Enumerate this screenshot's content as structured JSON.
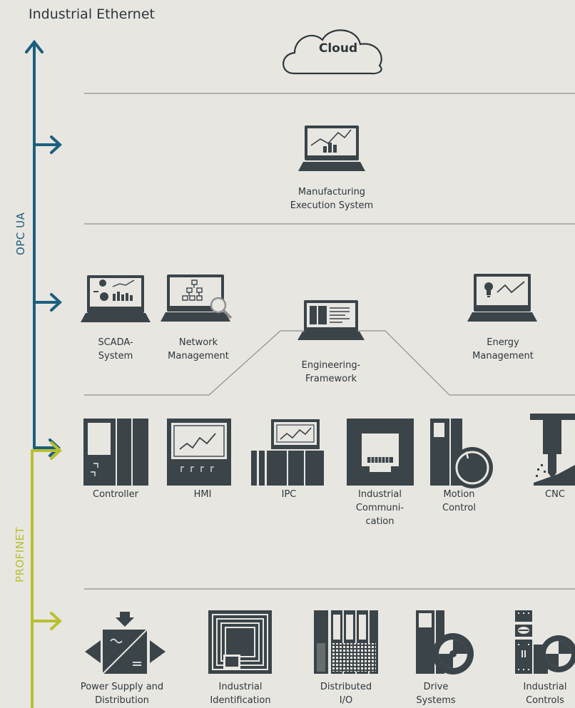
{
  "title": "Industrial Ethernet",
  "axis_labels": {
    "opc_ua": "OPC UA",
    "profinet": "PROFINET"
  },
  "cloud_label": "Cloud",
  "colors": {
    "opc_ua": "#1c5f7e",
    "profinet": "#b9c02e",
    "device": "#3a4449",
    "line": "#8d8f90",
    "background": "#e8e6e1"
  },
  "tiers": {
    "mes": {
      "items": [
        {
          "label": "Manufacturing\nExecution System",
          "icon": "laptop-chart-icon"
        }
      ]
    },
    "operations": {
      "items": [
        {
          "label": "SCADA-\nSystem",
          "icon": "laptop-dashboard-icon"
        },
        {
          "label": "Network\nManagement",
          "icon": "laptop-network-icon"
        },
        {
          "label": "Engineering-\nFramework",
          "icon": "laptop-engineering-icon"
        },
        {
          "label": "Energy\nManagement",
          "icon": "laptop-energy-icon"
        }
      ]
    },
    "control": {
      "items": [
        {
          "label": "Controller",
          "icon": "controller-icon"
        },
        {
          "label": "HMI",
          "icon": "hmi-icon"
        },
        {
          "label": "IPC",
          "icon": "ipc-icon"
        },
        {
          "label": "Industrial\nCommuni-\ncation",
          "icon": "ethernet-port-icon"
        },
        {
          "label": "Motion\nControl",
          "icon": "motion-control-icon"
        },
        {
          "label": "CNC",
          "icon": "cnc-icon"
        }
      ]
    },
    "field": {
      "items": [
        {
          "label": "Power Supply and\nDistribution",
          "icon": "power-supply-icon"
        },
        {
          "label": "Industrial\nIdentification",
          "icon": "rfid-icon"
        },
        {
          "label": "Distributed\nI/O",
          "icon": "distributed-io-icon"
        },
        {
          "label": "Drive\nSystems",
          "icon": "drive-icon"
        },
        {
          "label": "Industrial\nControls",
          "icon": "industrial-controls-icon"
        }
      ]
    }
  }
}
